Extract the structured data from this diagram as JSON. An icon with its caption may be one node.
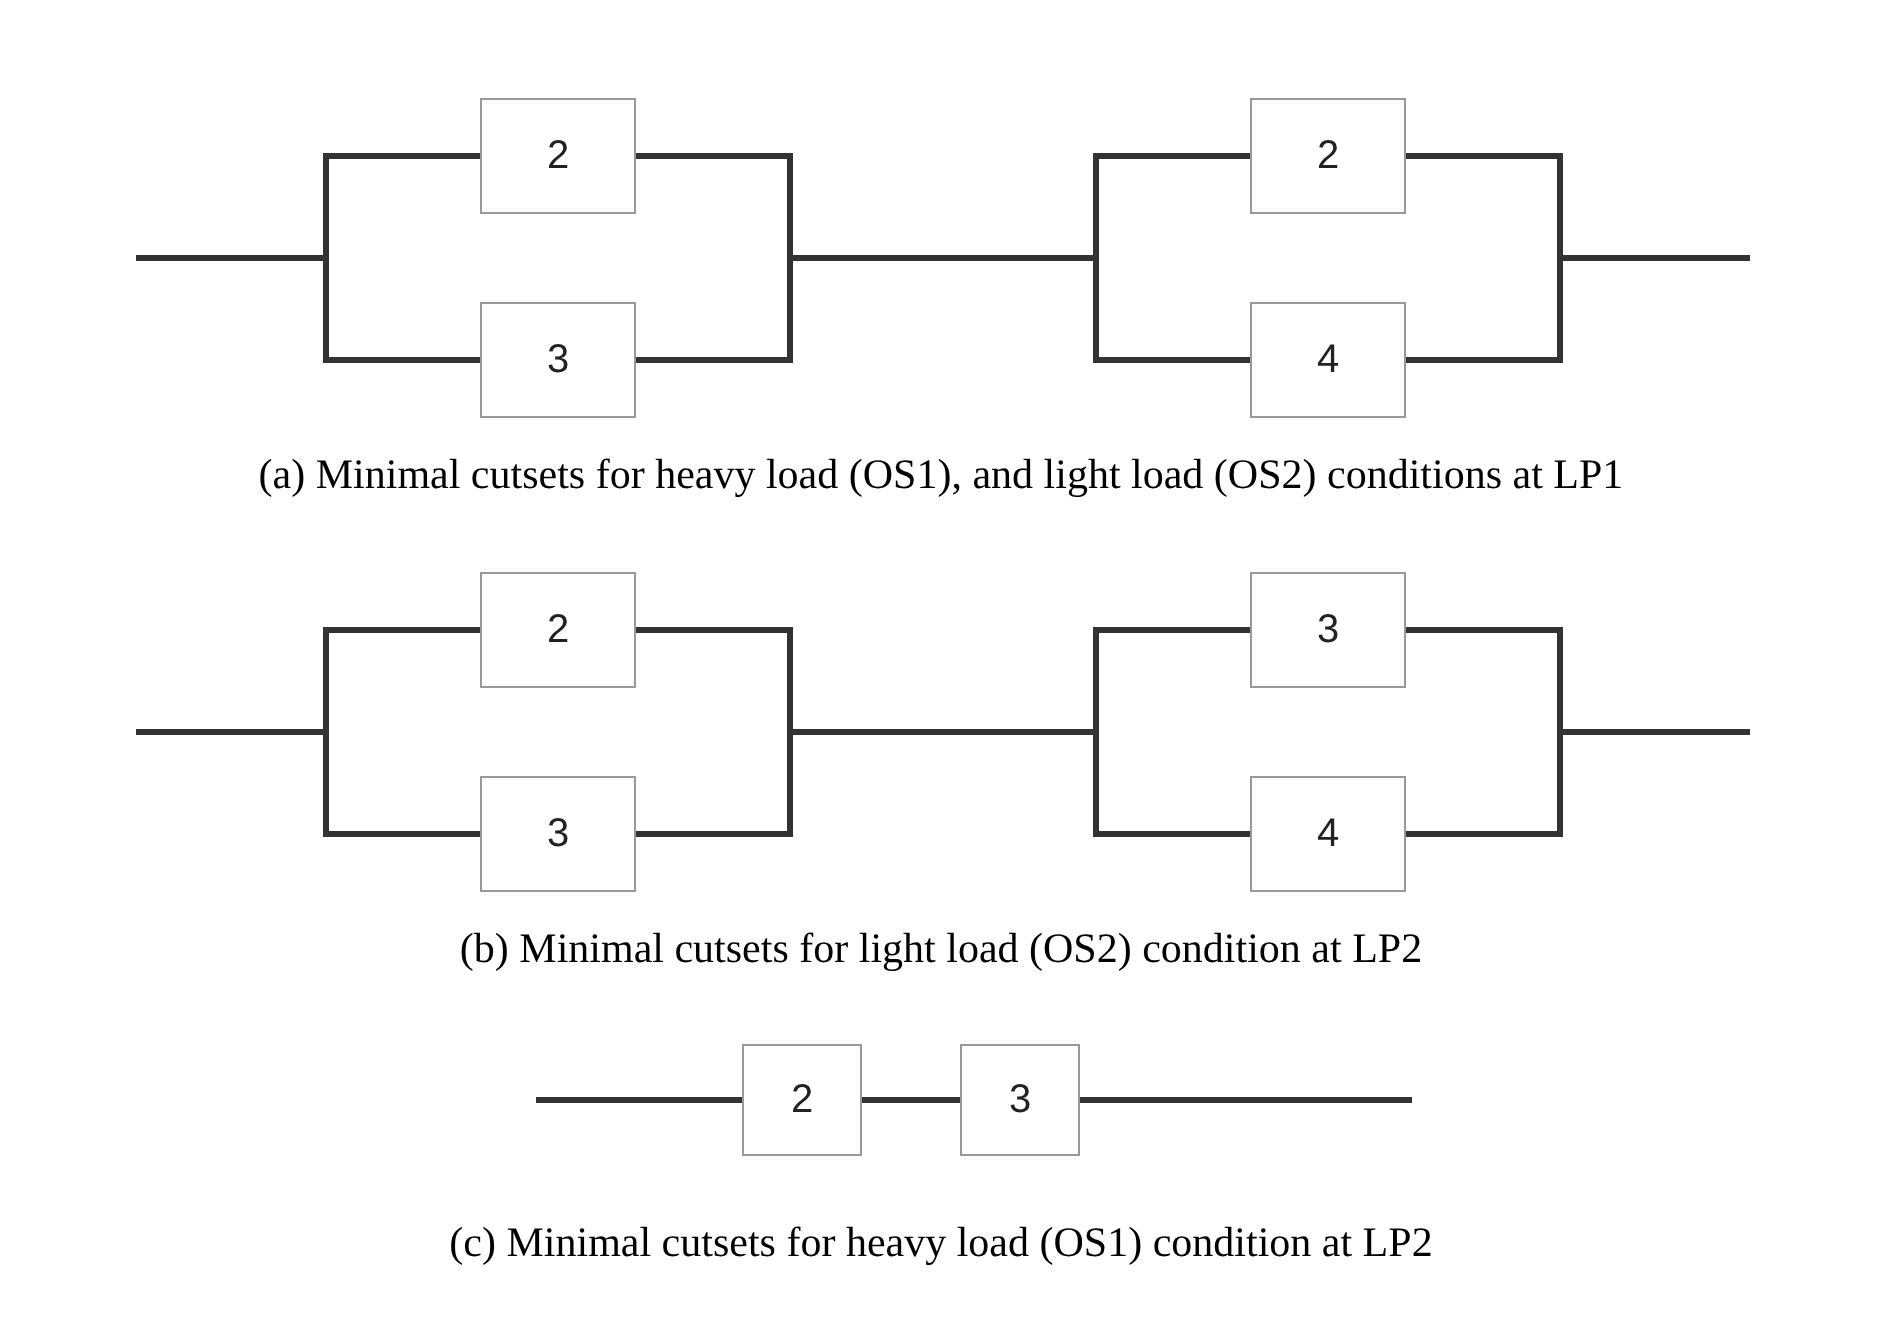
{
  "diagram": {
    "nodes": [
      {
        "text": [
          "2"
        ]
      },
      {
        "text": [
          "3"
        ]
      },
      {
        "text": [
          "2"
        ]
      },
      {
        "text": [
          "4"
        ]
      },
      {
        "text": [
          "2"
        ]
      },
      {
        "text": [
          "3"
        ]
      },
      {
        "text": [
          "3"
        ]
      },
      {
        "text": [
          "4"
        ]
      },
      {
        "text": [
          "2"
        ]
      },
      {
        "text": [
          "3"
        ]
      }
    ],
    "edges": [
      {
        "from": null,
        "to": 0,
        "arrow": "none"
      },
      {
        "from": null,
        "to": 1,
        "arrow": "none"
      },
      {
        "from": 0,
        "to": 2,
        "arrow": "none"
      },
      {
        "from": 0,
        "to": 3,
        "arrow": "none"
      },
      {
        "from": 1,
        "to": 2,
        "arrow": "none"
      },
      {
        "from": 1,
        "to": 3,
        "arrow": "none"
      },
      {
        "from": 2,
        "to": null,
        "arrow": "none"
      },
      {
        "from": 3,
        "to": null,
        "arrow": "none"
      },
      {
        "from": null,
        "to": 4,
        "arrow": "none"
      },
      {
        "from": null,
        "to": 5,
        "arrow": "none"
      },
      {
        "from": 4,
        "to": 6,
        "arrow": "none"
      },
      {
        "from": 4,
        "to": 7,
        "arrow": "none"
      },
      {
        "from": 5,
        "to": 6,
        "arrow": "none"
      },
      {
        "from": 5,
        "to": 7,
        "arrow": "none"
      },
      {
        "from": 6,
        "to": null,
        "arrow": "none"
      },
      {
        "from": 7,
        "to": null,
        "arrow": "none"
      },
      {
        "from": null,
        "to": 8,
        "arrow": "none"
      },
      {
        "from": 8,
        "to": 9,
        "arrow": "none"
      },
      {
        "from": 9,
        "to": null,
        "arrow": "none"
      }
    ],
    "labels": [
      "(a) Minimal cutsets for heavy load (OS1), and light load (OS2) conditions at LP1",
      "(b) Minimal cutsets for light load (OS2) condition at LP2",
      "(c) Minimal cutsets for heavy load (OS1) condition at LP2"
    ]
  }
}
